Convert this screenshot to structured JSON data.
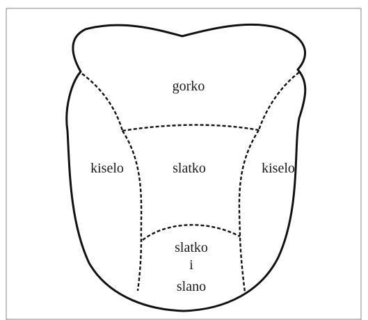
{
  "diagram": {
    "zones": {
      "back": "gorko",
      "left_side": "kiselo",
      "center": "slatko",
      "right_side": "kiselo",
      "tip_line1": "slatko",
      "tip_line2": "i",
      "tip_line3": "slano"
    },
    "colors": {
      "outline": "#111111",
      "text": "#1a1a1a",
      "background": "#ffffff",
      "frame": "#9a9a9a"
    }
  }
}
